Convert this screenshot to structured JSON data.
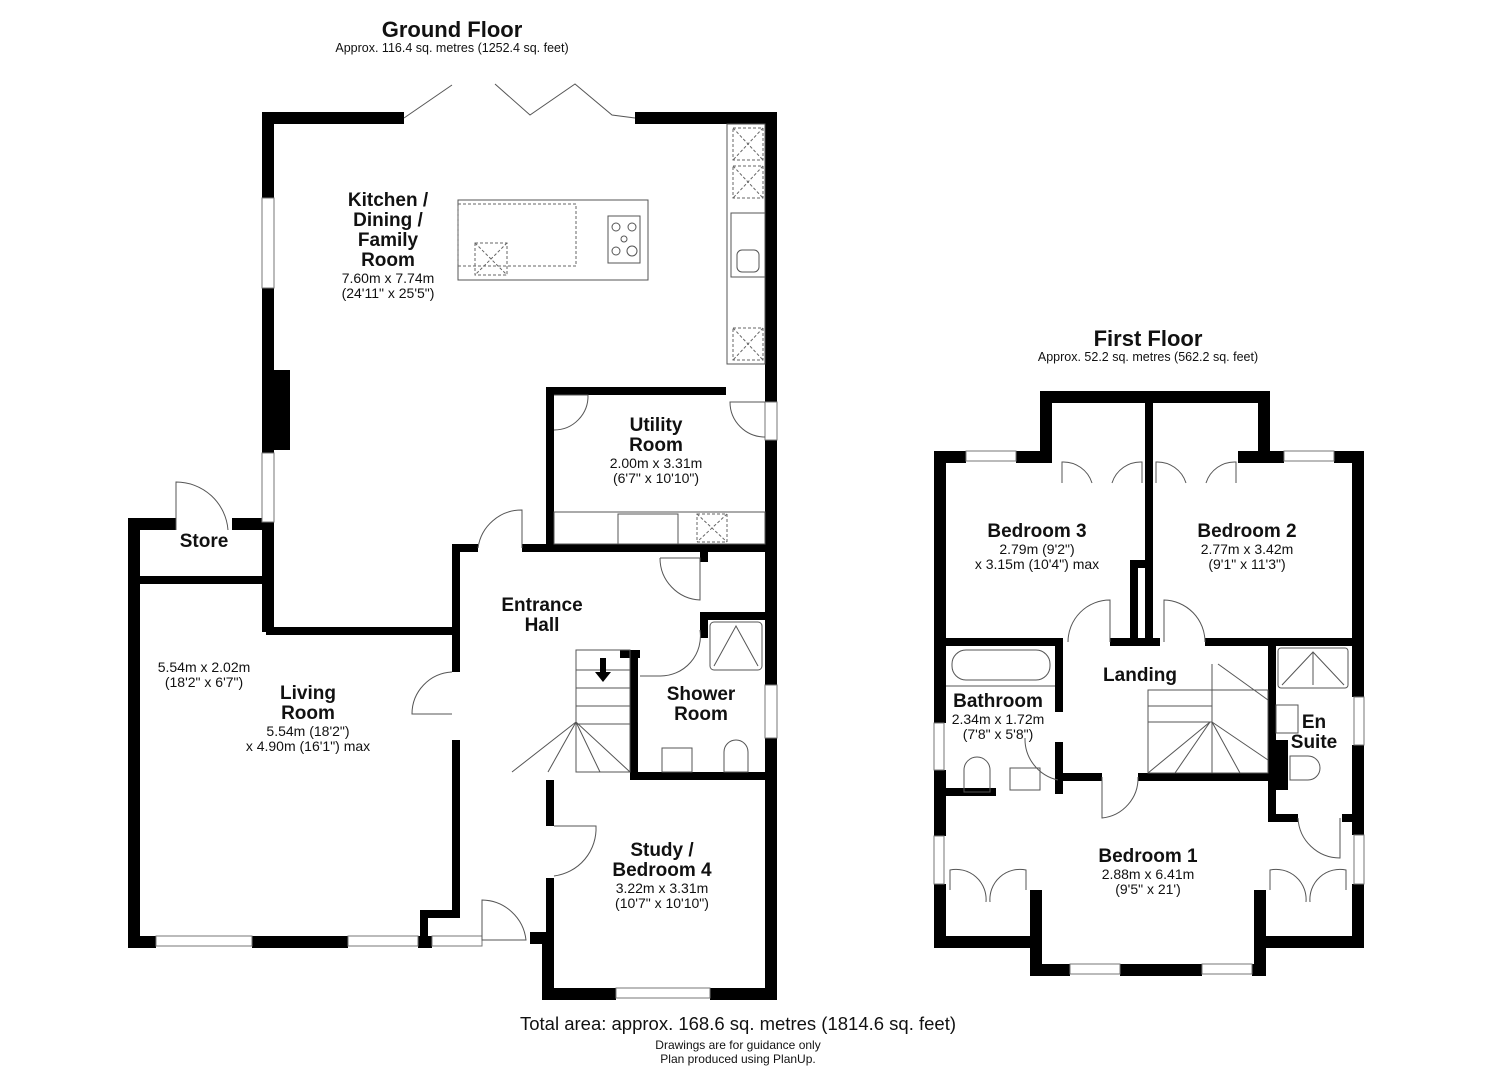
{
  "ground_floor": {
    "title": "Ground Floor",
    "area": "Approx. 116.4 sq. metres (1252.4 sq. feet)",
    "rooms": {
      "kitchen": {
        "name_lines": [
          "Kitchen /",
          "Dining /",
          "Family",
          "Room"
        ],
        "dim_m": "7.60m x 7.74m",
        "dim_ft": "(24'11\" x 25'5\")"
      },
      "utility": {
        "name_lines": [
          "Utility",
          "Room"
        ],
        "dim_m": "2.00m x 3.31m",
        "dim_ft": "(6'7\" x 10'10\")"
      },
      "store": {
        "name": "Store"
      },
      "entrance_hall": {
        "name_lines": [
          "Entrance",
          "Hall"
        ]
      },
      "living_room": {
        "name_lines": [
          "Living",
          "Room"
        ],
        "dim_line1": "5.54m (18'2\")",
        "dim_line2": "x 4.90m (16'1\") max",
        "alt_dim_m": "5.54m x 2.02m",
        "alt_dim_ft": "(18'2\" x 6'7\")"
      },
      "shower_room": {
        "name_lines": [
          "Shower",
          "Room"
        ]
      },
      "study": {
        "name_lines": [
          "Study /",
          "Bedroom 4"
        ],
        "dim_m": "3.22m x 3.31m",
        "dim_ft": "(10'7\" x 10'10\")"
      }
    }
  },
  "first_floor": {
    "title": "First Floor",
    "area": "Approx. 52.2 sq. metres (562.2 sq. feet)",
    "rooms": {
      "bedroom3": {
        "name": "Bedroom 3",
        "dim_line1": "2.79m (9'2\")",
        "dim_line2": "x 3.15m (10'4\") max"
      },
      "bedroom2": {
        "name": "Bedroom 2",
        "dim_m": "2.77m x 3.42m",
        "dim_ft": "(9'1\" x 11'3\")"
      },
      "bathroom": {
        "name": "Bathroom",
        "dim_m": "2.34m x 1.72m",
        "dim_ft": "(7'8\" x 5'8\")"
      },
      "landing": {
        "name": "Landing"
      },
      "en_suite": {
        "name_lines": [
          "En",
          "Suite"
        ]
      },
      "bedroom1": {
        "name": "Bedroom 1",
        "dim_m": "2.88m x 6.41m",
        "dim_ft": "(9'5\" x 21')"
      }
    }
  },
  "footer": {
    "total_area": "Total area: approx. 168.6 sq. metres (1814.6 sq. feet)",
    "disclaimer": "Drawings are for guidance only",
    "credit": "Plan produced using PlanUp."
  },
  "colors": {
    "wall": "#000000",
    "fixture": "#555555",
    "background": "#ffffff"
  }
}
